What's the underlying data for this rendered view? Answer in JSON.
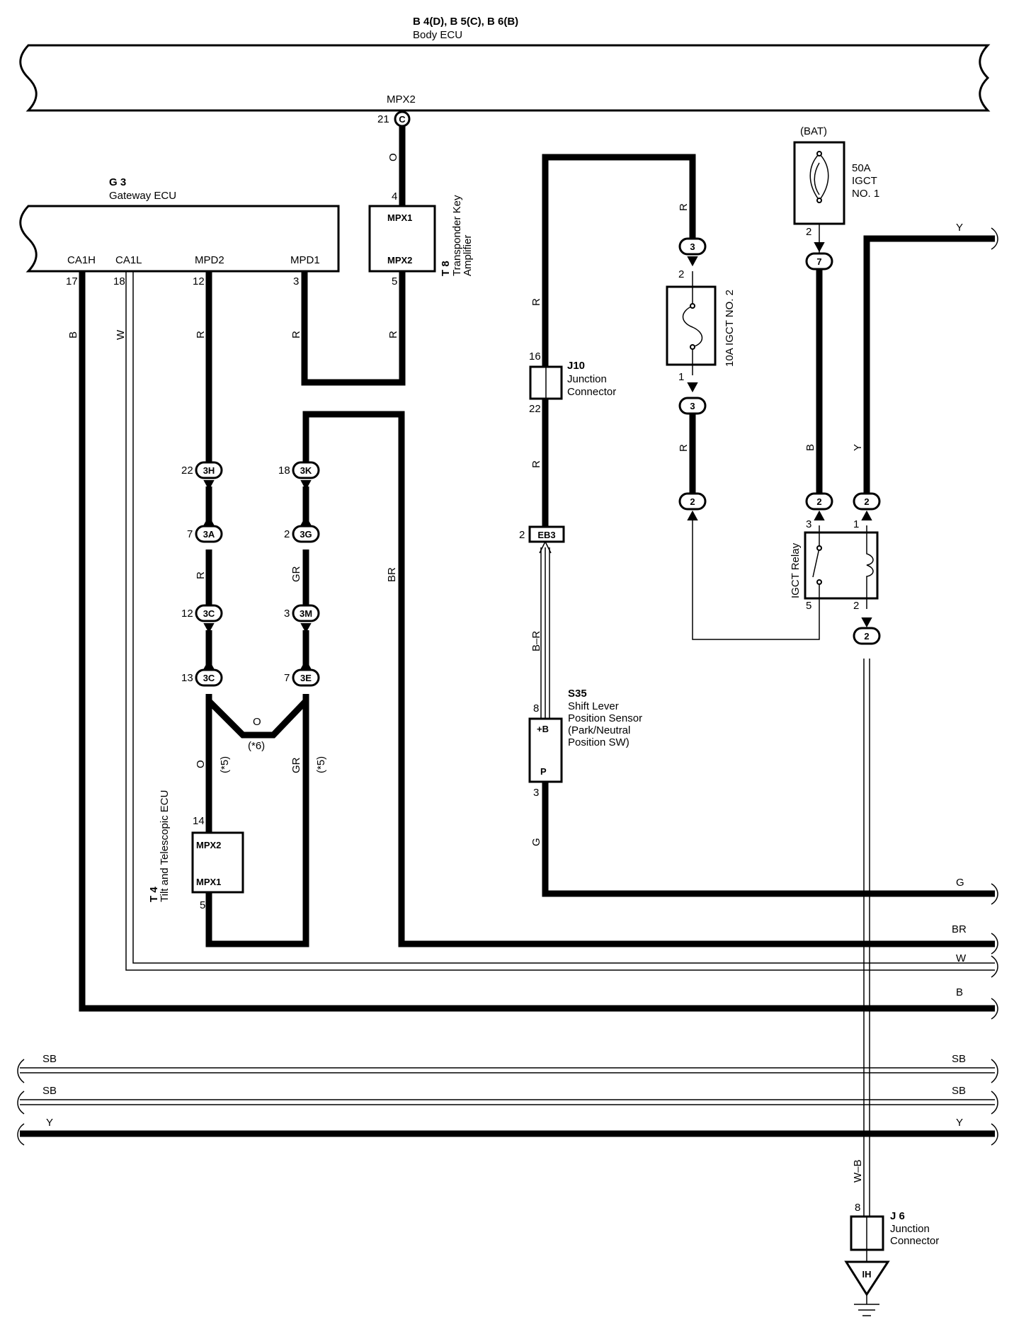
{
  "components": {
    "body_ecu": {
      "code": "B 4(D), B 5(C), B 6(B)",
      "name": "Body ECU",
      "terminal_name": "MPX2",
      "pin": "21",
      "connector": "C"
    },
    "gateway_ecu": {
      "code": "G 3",
      "name": "Gateway ECU",
      "terminals": [
        {
          "name": "CA1H",
          "pin": "17"
        },
        {
          "name": "CA1L",
          "pin": "18"
        },
        {
          "name": "MPD2",
          "pin": "12"
        },
        {
          "name": "MPD1",
          "pin": "3"
        }
      ]
    },
    "transponder": {
      "code": "T 8",
      "name_line1": "Transponder Key",
      "name_line2": "Amplifier",
      "term_top": "MPX1",
      "term_bottom": "MPX2",
      "pin_top": "4",
      "pin_bottom": "5"
    },
    "tilt_ecu": {
      "code": "T 4",
      "name": "Tilt and Telescopic ECU",
      "term_top": "MPX2",
      "term_bottom": "MPX1",
      "pin_top": "14",
      "pin_bottom": "5"
    },
    "j10": {
      "code": "J10",
      "name_line1": "Junction",
      "name_line2": "Connector",
      "pin_top": "16",
      "pin_bottom": "22"
    },
    "s35": {
      "code": "S35",
      "name_line1": "Shift Lever",
      "name_line2": "Position Sensor",
      "name_line3": "(Park/Neutral",
      "name_line4": " Position SW)",
      "term_top": "+B",
      "term_bottom": "P",
      "pin_top": "8",
      "pin_bottom": "3"
    },
    "eb3": {
      "label": "EB3",
      "pin": "2"
    },
    "fuse_10a": {
      "name": "10A IGCT NO. 2",
      "pin_top": "2",
      "pin_bottom": "1"
    },
    "fuse_50a": {
      "source": "(BAT)",
      "line1": "50A",
      "line2": "IGCT",
      "line3": "NO. 1",
      "pin": "2"
    },
    "igct_relay": {
      "name": "IGCT Relay",
      "pin3": "3",
      "pin1": "1",
      "pin5": "5",
      "pin2": "2"
    },
    "j6": {
      "code": "J 6",
      "name_line1": "Junction",
      "name_line2": "Connector",
      "pin": "8"
    },
    "ground": {
      "label": "IH"
    }
  },
  "connectors": {
    "c3H": {
      "label": "3H",
      "pin": "22"
    },
    "c3A": {
      "label": "3A",
      "pin": "7"
    },
    "c3C_upper": {
      "label": "3C",
      "pin": "12"
    },
    "c3C_lower": {
      "label": "3C",
      "pin": "13"
    },
    "c3K": {
      "label": "3K",
      "pin": "18"
    },
    "c3G": {
      "label": "3G",
      "pin": "2"
    },
    "c3M": {
      "label": "3M",
      "pin": "3"
    },
    "c3E": {
      "label": "3E",
      "pin": "7"
    },
    "fuse_top": {
      "label": "3"
    },
    "fuse_bottom": {
      "label": "3"
    },
    "fuse_lower": {
      "label": "2"
    },
    "bat_conn": {
      "label": "7"
    },
    "relay_left": {
      "label": "2"
    },
    "relay_right": {
      "label": "2"
    },
    "relay_bottom": {
      "label": "2"
    }
  },
  "wire_colors": {
    "body_o": "O",
    "ca1h_b": "B",
    "ca1l_w": "W",
    "mpd2_r": "R",
    "mpd1_r": "R",
    "t8_r": "R",
    "mpd2_r2": "R",
    "mpd3_gr": "GR",
    "br_vert": "BR",
    "t4_o": "O",
    "t4_o_note": "(*5)",
    "t4_gr": "GR",
    "t4_gr_note": "(*5)",
    "cross_o": "O",
    "cross_note": "(*6)",
    "j10_r_top": "R",
    "j10_r_bot": "R",
    "br_r": "B–R",
    "s35_g": "G",
    "fuse_r_top": "R",
    "fuse_r_bot": "R",
    "bat_b": "B",
    "relay_y": "Y",
    "wb": "W–B"
  },
  "bus_lines": {
    "y_top": "Y",
    "g": "G",
    "br": "BR",
    "w": "W",
    "b": "B",
    "sb1_left": "SB",
    "sb1_right": "SB",
    "sb2_left": "SB",
    "sb2_right": "SB",
    "y_left": "Y",
    "y_right": "Y"
  }
}
